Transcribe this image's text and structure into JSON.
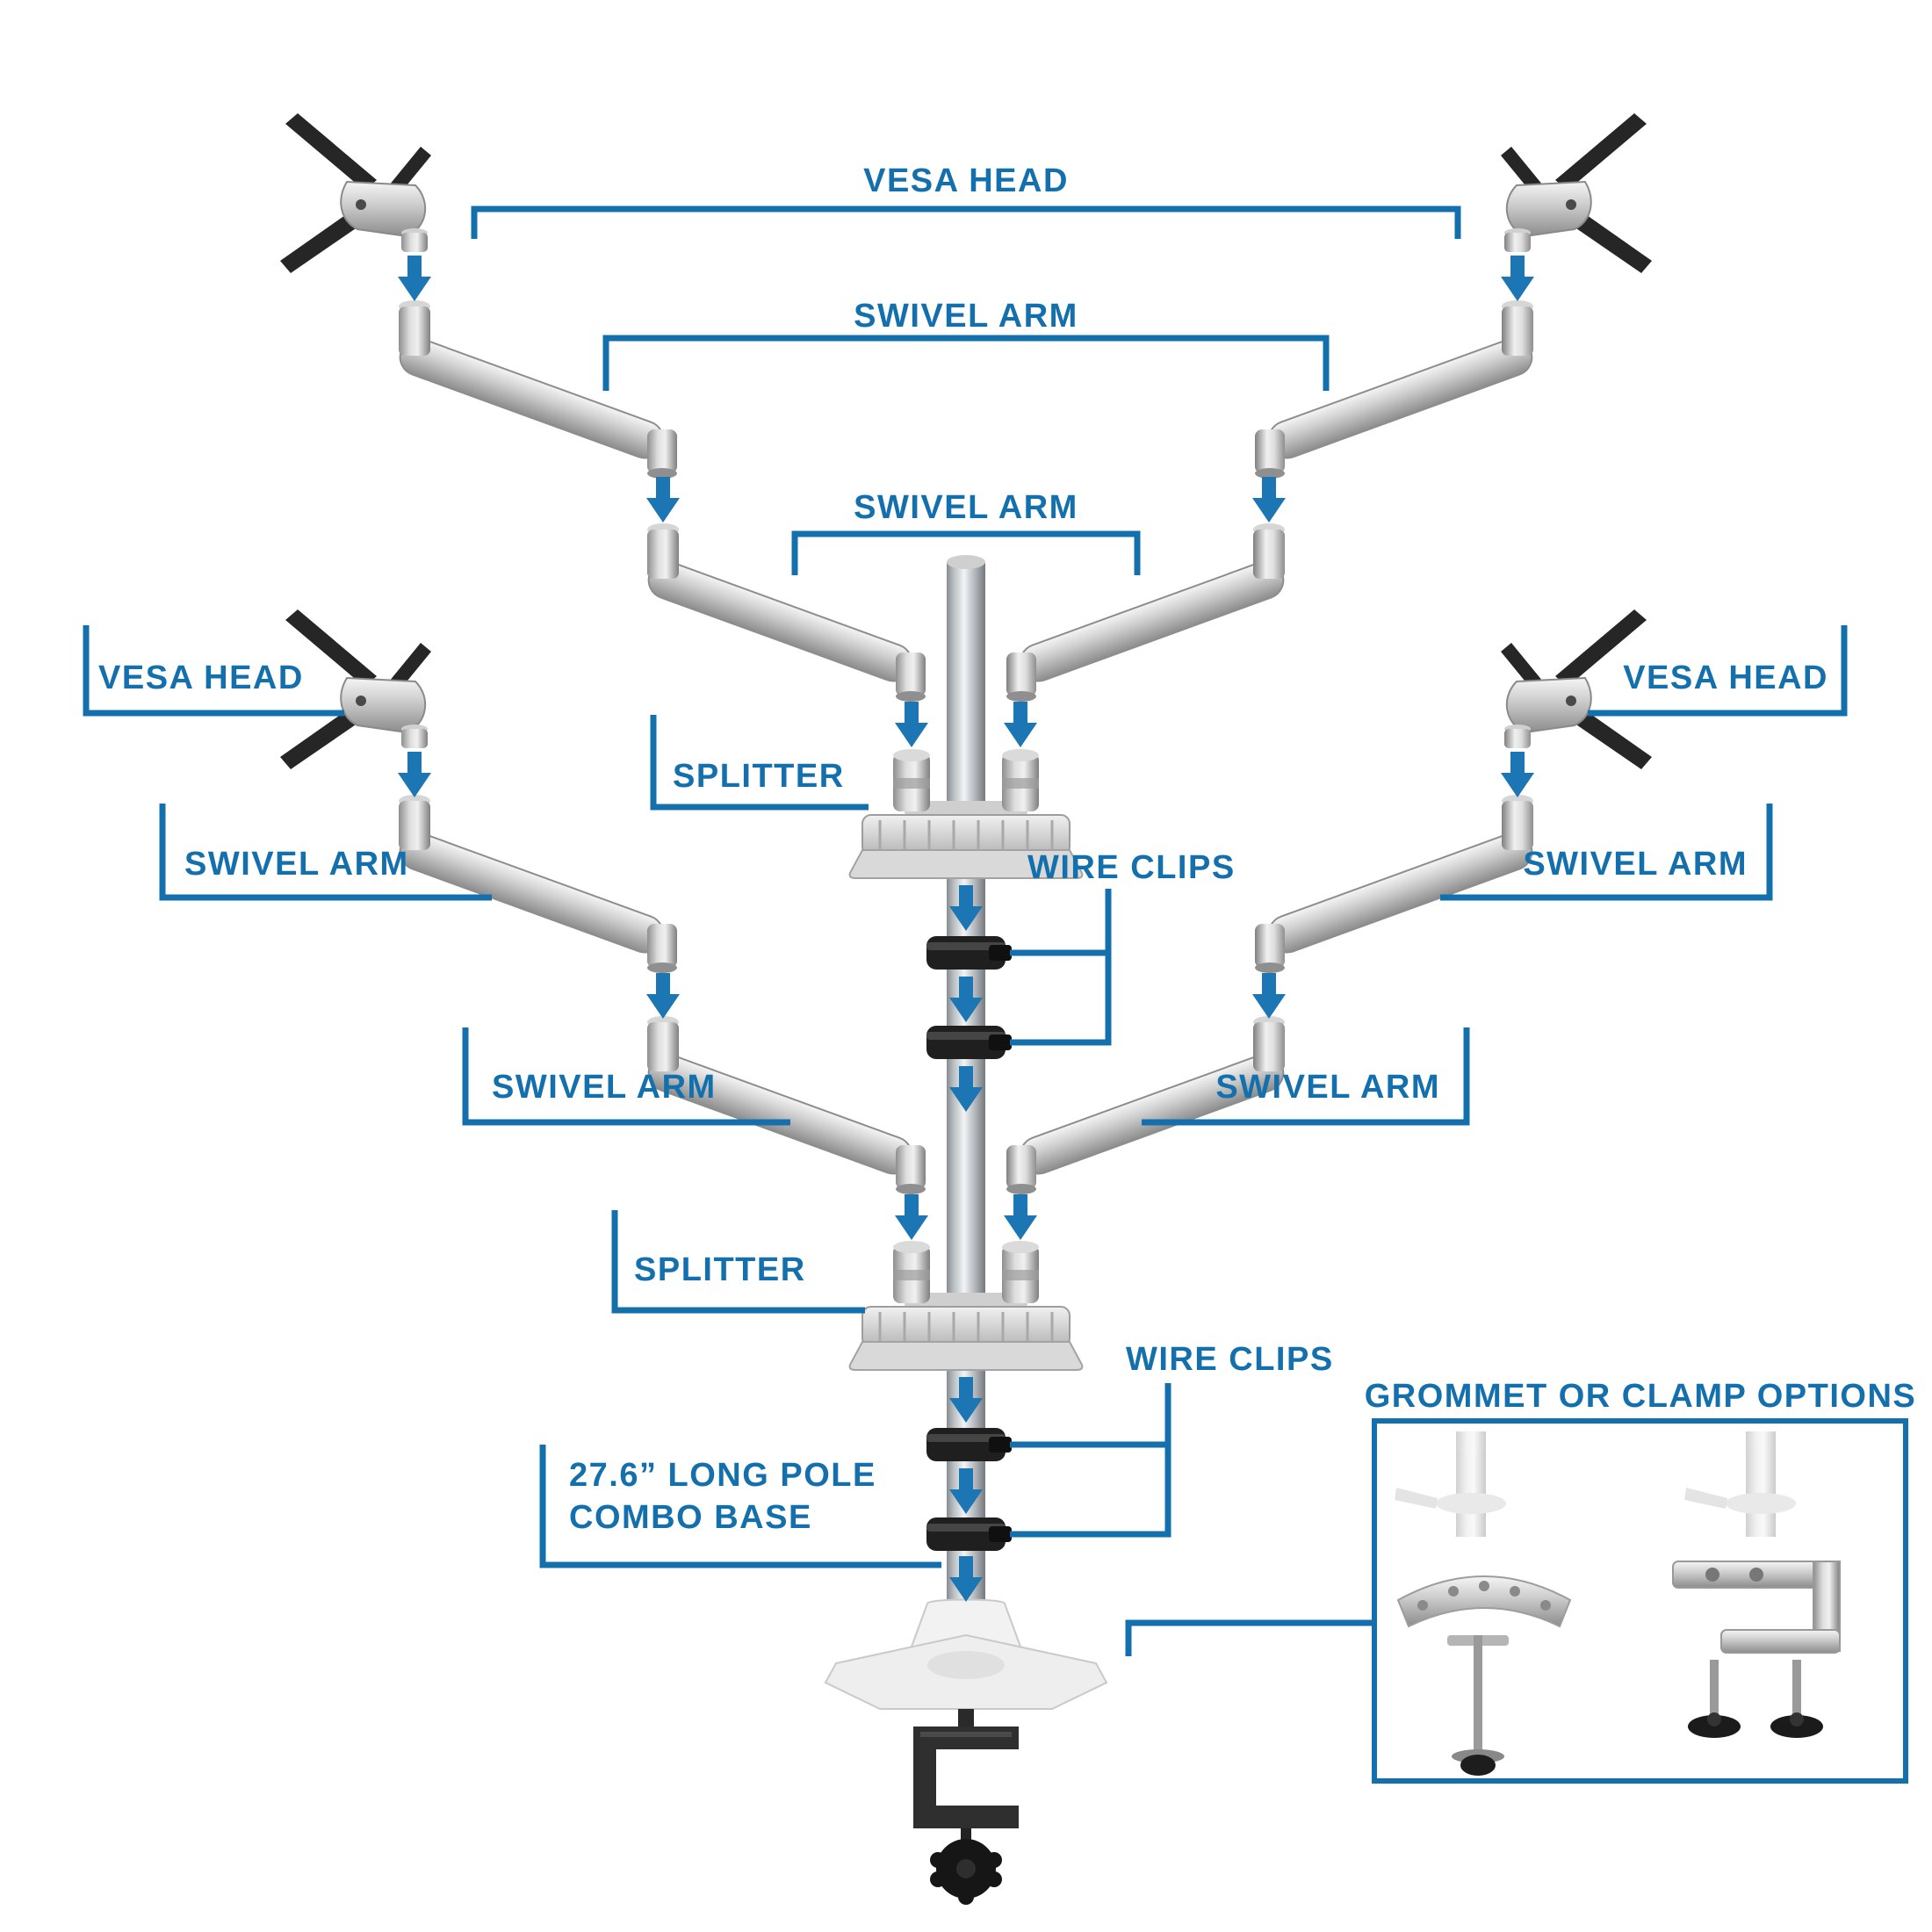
{
  "diagram": {
    "labels": {
      "vesa_head_top": "VESA HEAD",
      "swivel_arm_outer": "SWIVEL ARM",
      "swivel_arm_inner": "SWIVEL ARM",
      "vesa_head_left": "VESA HEAD",
      "vesa_head_right": "VESA HEAD",
      "splitter_upper": "SPLITTER",
      "wire_clips_upper": "WIRE CLIPS",
      "swivel_arm_mid_left": "SWIVEL ARM",
      "swivel_arm_mid_right": "SWIVEL ARM",
      "swivel_arm_low_left": "SWIVEL ARM",
      "swivel_arm_low_right": "SWIVEL ARM",
      "splitter_lower": "SPLITTER",
      "wire_clips_lower": "WIRE CLIPS",
      "pole_base_line1": "27.6” LONG POLE",
      "pole_base_line2": "COMBO BASE",
      "options_title": "GROMMET OR CLAMP OPTIONS"
    },
    "colors": {
      "accent": "#1470ad",
      "arrow": "#1d76b4"
    }
  }
}
